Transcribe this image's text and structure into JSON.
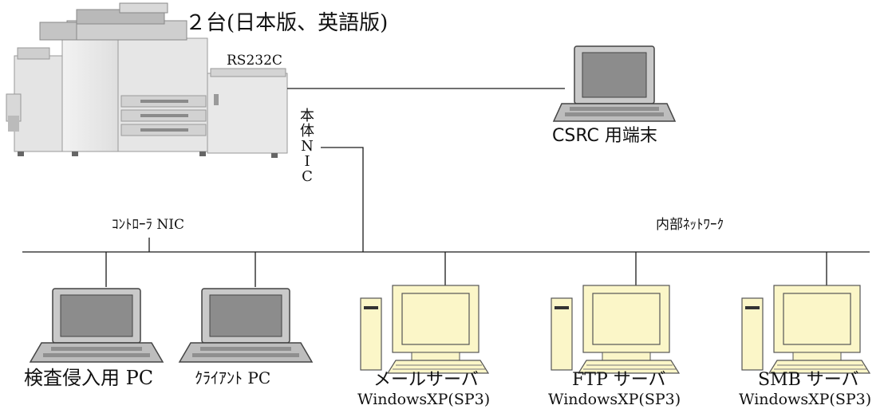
{
  "diagram": {
    "printer_note": "２台(日本版、英語版)",
    "rs232c_label": "RS232C",
    "body_nic_chars": [
      "本",
      "体",
      "N",
      "I",
      "C"
    ],
    "controller_nic_label": "ｺﾝﾄﾛｰﾗ NIC",
    "network_label": "内部ﾈｯﾄﾜｰｸ",
    "csrc_terminal_label": "CSRC 用端末",
    "nodes": [
      {
        "label": "検査侵入用 PC",
        "os": ""
      },
      {
        "label": "ｸﾗｲｱﾝﾄ PC",
        "os": ""
      },
      {
        "label": "メールサーバ",
        "os": "WindowsXP(SP3)"
      },
      {
        "label": "FTP サーバ",
        "os": "WindowsXP(SP3)"
      },
      {
        "label": "SMB サーバ",
        "os": "WindowsXP(SP3)"
      }
    ]
  },
  "colors": {
    "line": "#1a1a1a",
    "laptop_body": "#c9c9c9",
    "laptop_screen": "#8c8c8c",
    "desktop_body": "#fbf6c8",
    "printer_body": "#dedede"
  }
}
